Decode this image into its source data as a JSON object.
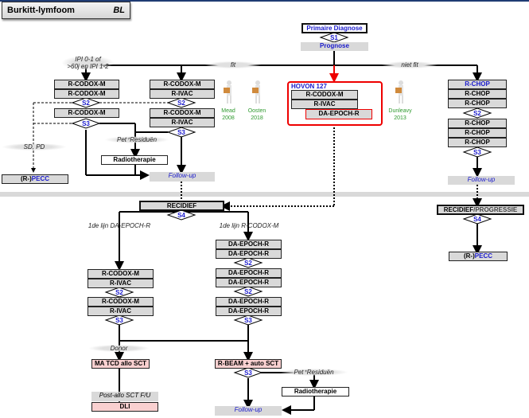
{
  "header": {
    "title": "Burkitt-lymfoom",
    "abbrev": "BL"
  },
  "top": {
    "diagnosis": "Primaire Diagnose",
    "s1": "S1",
    "prognosis": "Prognose",
    "branch_fit": "fit",
    "branch_not_fit": "niet fit",
    "ipi_label_line1": "IPI 0-1 of",
    "ipi_label_line2": ">60j en IPI 1-2"
  },
  "col1": {
    "items": [
      "R-CODOX-M",
      "R-CODOX-M"
    ],
    "s2": "S2",
    "item3": "R-CODOX-M",
    "s3": "S3"
  },
  "col2": {
    "items": [
      "R-CODOX-M",
      "R-IVAC"
    ],
    "s2": "S2",
    "items2": [
      "R-CODOX-M",
      "R-IVAC"
    ],
    "s3": "S3"
  },
  "refs": {
    "mead": [
      "Mead",
      "2008"
    ],
    "oosten": [
      "Oosten",
      "2018"
    ],
    "dunleavy": [
      "Dunleavy",
      "2013"
    ]
  },
  "hovon": {
    "title": "HOVON 127",
    "items": [
      "R-CODOX-M",
      "R-IVAC"
    ],
    "alt": "DA-EPOCH-R"
  },
  "col4": {
    "items1": [
      "R-CHOP",
      "R-CHOP",
      "R-CHOP"
    ],
    "s2": "S2",
    "items2": [
      "R-CHOP",
      "R-CHOP",
      "R-CHOP"
    ],
    "s3": "S3",
    "followup": "Follow-up"
  },
  "mid": {
    "sdpd": "SD, PD",
    "pecc_prefix": "(R-)",
    "pecc": "PECC",
    "pet_residu": "Pet⁺Residuën",
    "radiotherapy": "Radiotherapie",
    "followup": "Follow-up"
  },
  "relapse": {
    "title": "RECIDIEF",
    "s4": "S4",
    "left_label": "1de lijn DA-EPOCH-R",
    "right_label": "1de lijn R-CODOX-M",
    "left_items1": [
      "R-CODOX-M",
      "R-IVAC"
    ],
    "left_s2": "S2",
    "left_items2": [
      "R-CODOX-M",
      "R-IVAC"
    ],
    "left_s3": "S3",
    "right_items1": [
      "DA-EPOCH-R",
      "DA-EPOCH-R"
    ],
    "right_s2a": "S2",
    "right_items2": [
      "DA-EPOCH-R",
      "DA-EPOCH-R"
    ],
    "right_s2b": "S2",
    "right_items3": [
      "DA-EPOCH-R",
      "DA-EPOCH-R"
    ],
    "right_s3": "S3",
    "donor": "Donor",
    "allo": "MA TCD allo SCT",
    "post_allo": "Post-allo SCT F/U",
    "dli": "DLI",
    "rbeam": "R-BEAM + auto SCT",
    "s3b": "S3",
    "pet_residu": "Pet⁺Residuën",
    "radiotherapy": "Radiotherapie",
    "followup": "Follow-up"
  },
  "relapse_right": {
    "title_a": "RECIDIEF",
    "title_b": "/PROGRESSIE",
    "s4": "S4",
    "pecc_prefix": "(R-)",
    "pecc": "PECC"
  },
  "colors": {
    "accent_blue": "#1a1acc",
    "hovon_red": "#e00000",
    "ref_green": "#2f9a2f",
    "box_grey": "#d9d9d9",
    "pink": "#f9d0d0"
  }
}
